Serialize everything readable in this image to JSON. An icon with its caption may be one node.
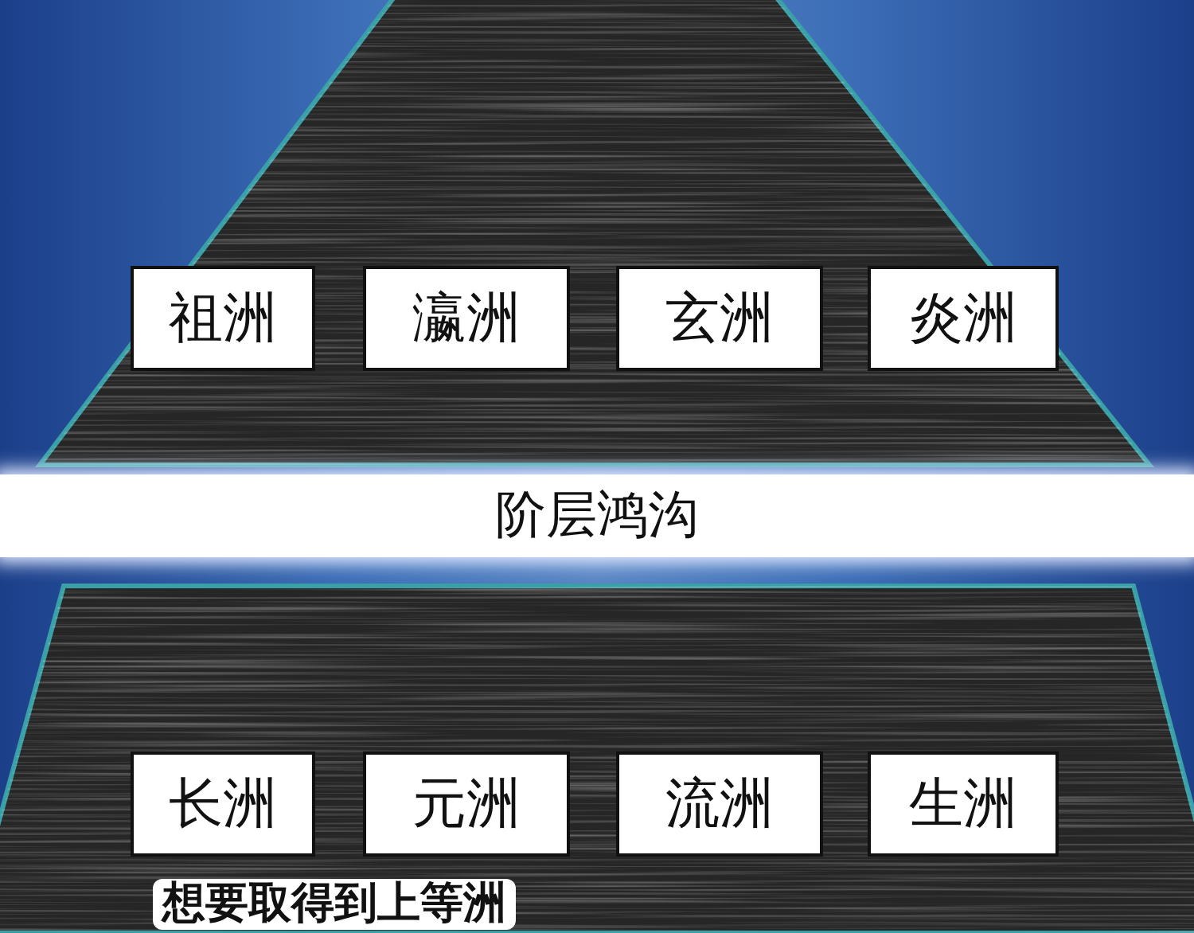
{
  "diagram": {
    "nodes": [
      {
        "text": [
          "祖洲"
        ]
      },
      {
        "text": [
          "瀛洲"
        ]
      },
      {
        "text": [
          "玄洲"
        ]
      },
      {
        "text": [
          "炎洲"
        ]
      },
      {
        "text": [
          "阶层鸿沟"
        ]
      },
      {
        "text": [
          "长洲"
        ]
      },
      {
        "text": [
          "元洲"
        ]
      },
      {
        "text": [
          "流洲"
        ]
      },
      {
        "text": [
          "生洲"
        ]
      }
    ],
    "labels": [
      "想要取得到上等洲"
    ]
  }
}
